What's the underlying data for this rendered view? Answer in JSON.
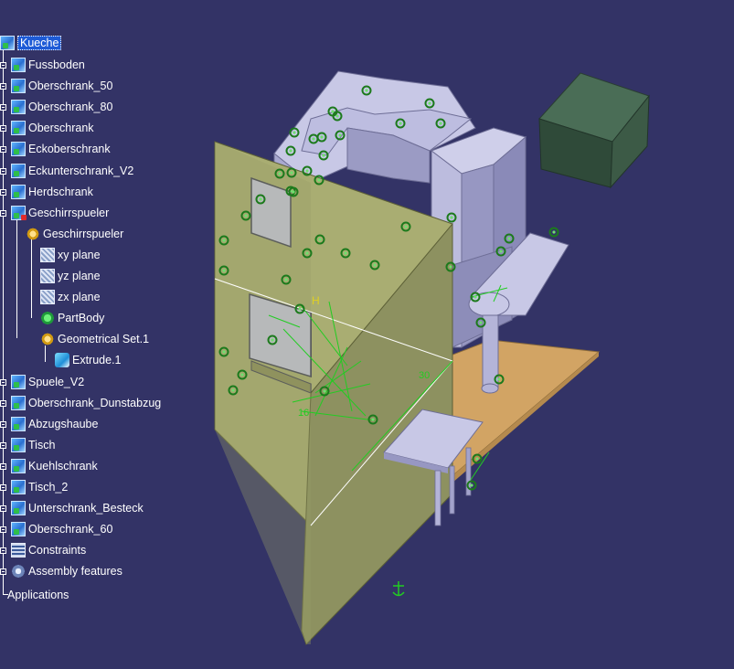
{
  "tree": {
    "root": {
      "label": "Kueche",
      "icon": "product-icon",
      "selected": true
    },
    "items": [
      {
        "label": "Fussboden",
        "icon": "product-icon"
      },
      {
        "label": "Oberschrank_50",
        "icon": "product-icon"
      },
      {
        "label": "Oberschrank_80",
        "icon": "product-icon"
      },
      {
        "label": "Oberschrank",
        "icon": "product-icon"
      },
      {
        "label": "Eckoberschrank",
        "icon": "product-icon"
      },
      {
        "label": "Eckunterschrank_V2",
        "icon": "product-icon"
      },
      {
        "label": "Herdschrank",
        "icon": "product-icon"
      },
      {
        "label": "Geschirrspueler",
        "icon": "product-icon"
      },
      {
        "label": "Geschirrspueler",
        "icon": "part-icon"
      },
      {
        "label": "xy plane",
        "icon": "plane-icon"
      },
      {
        "label": "yz plane",
        "icon": "plane-icon"
      },
      {
        "label": "zx plane",
        "icon": "plane-icon"
      },
      {
        "label": "PartBody",
        "icon": "part-body-icon"
      },
      {
        "label": "Geometrical Set.1",
        "icon": "geometrical-set-icon"
      },
      {
        "label": "Extrude.1",
        "icon": "extrude-icon"
      },
      {
        "label": "Spuele_V2",
        "icon": "product-icon"
      },
      {
        "label": "Oberschrank_Dunstabzug",
        "icon": "product-icon"
      },
      {
        "label": "Abzugshaube",
        "icon": "product-icon"
      },
      {
        "label": "Tisch",
        "icon": "product-icon"
      },
      {
        "label": "Kuehlschrank",
        "icon": "product-icon"
      },
      {
        "label": "Tisch_2",
        "icon": "product-icon"
      },
      {
        "label": "Unterschrank_Besteck",
        "icon": "product-icon"
      },
      {
        "label": "Oberschrank_60",
        "icon": "product-icon"
      },
      {
        "label": "Constraints",
        "icon": "constraints-icon"
      },
      {
        "label": "Assembly features",
        "icon": "assembly-features-icon"
      }
    ],
    "applications": {
      "label": "Applications"
    }
  },
  "viewport": {
    "background": "#333366",
    "dimension_labels": [
      "H",
      "30",
      "16"
    ]
  },
  "colors": {
    "background": "#333366",
    "selection": "#1e5bd6",
    "tree_text": "#ffffff",
    "cabinet": "#c8c8e6",
    "wall_panel": "#a9ad72",
    "floor": "#d2a464",
    "fridge": "#3c5a46",
    "constraint_marker": "#22aa22"
  }
}
